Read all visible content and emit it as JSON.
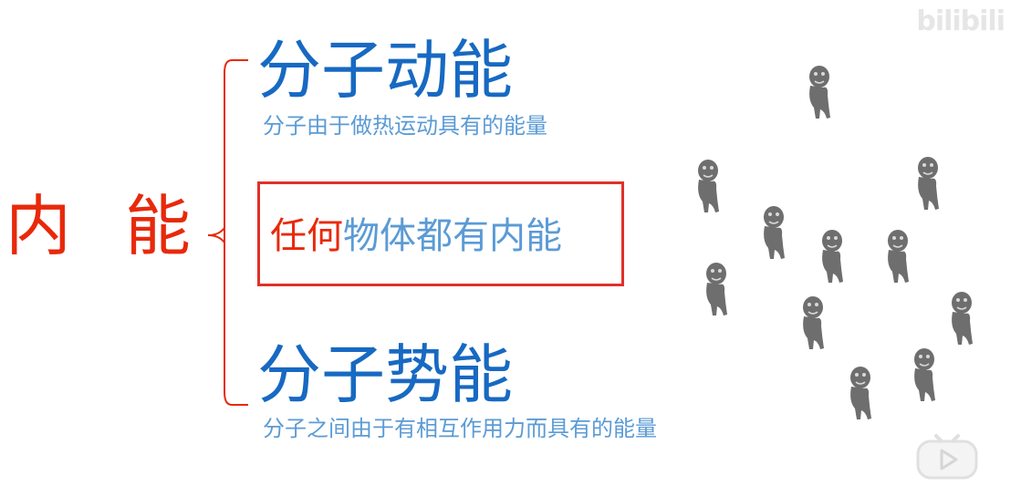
{
  "watermark": "bilibili",
  "main_term": "内 能",
  "kinetic": {
    "title": "分子动能",
    "description": "分子由于做热运动具有的能量"
  },
  "statement": {
    "emphasis": "任何",
    "rest": "物体都有内能"
  },
  "potential": {
    "title": "分子势能",
    "description": "分子之间由于有相互作用力而具有的能量"
  },
  "colors": {
    "main_red": "#e8290b",
    "heading_blue": "#1769c2",
    "desc_blue": "#5b9bd5",
    "box_red": "#e0302a",
    "molecule_gray": "#6e6e6e"
  },
  "icons": [
    "bilibili-logo",
    "play-button-icon",
    "molecule-figure-icon"
  ]
}
